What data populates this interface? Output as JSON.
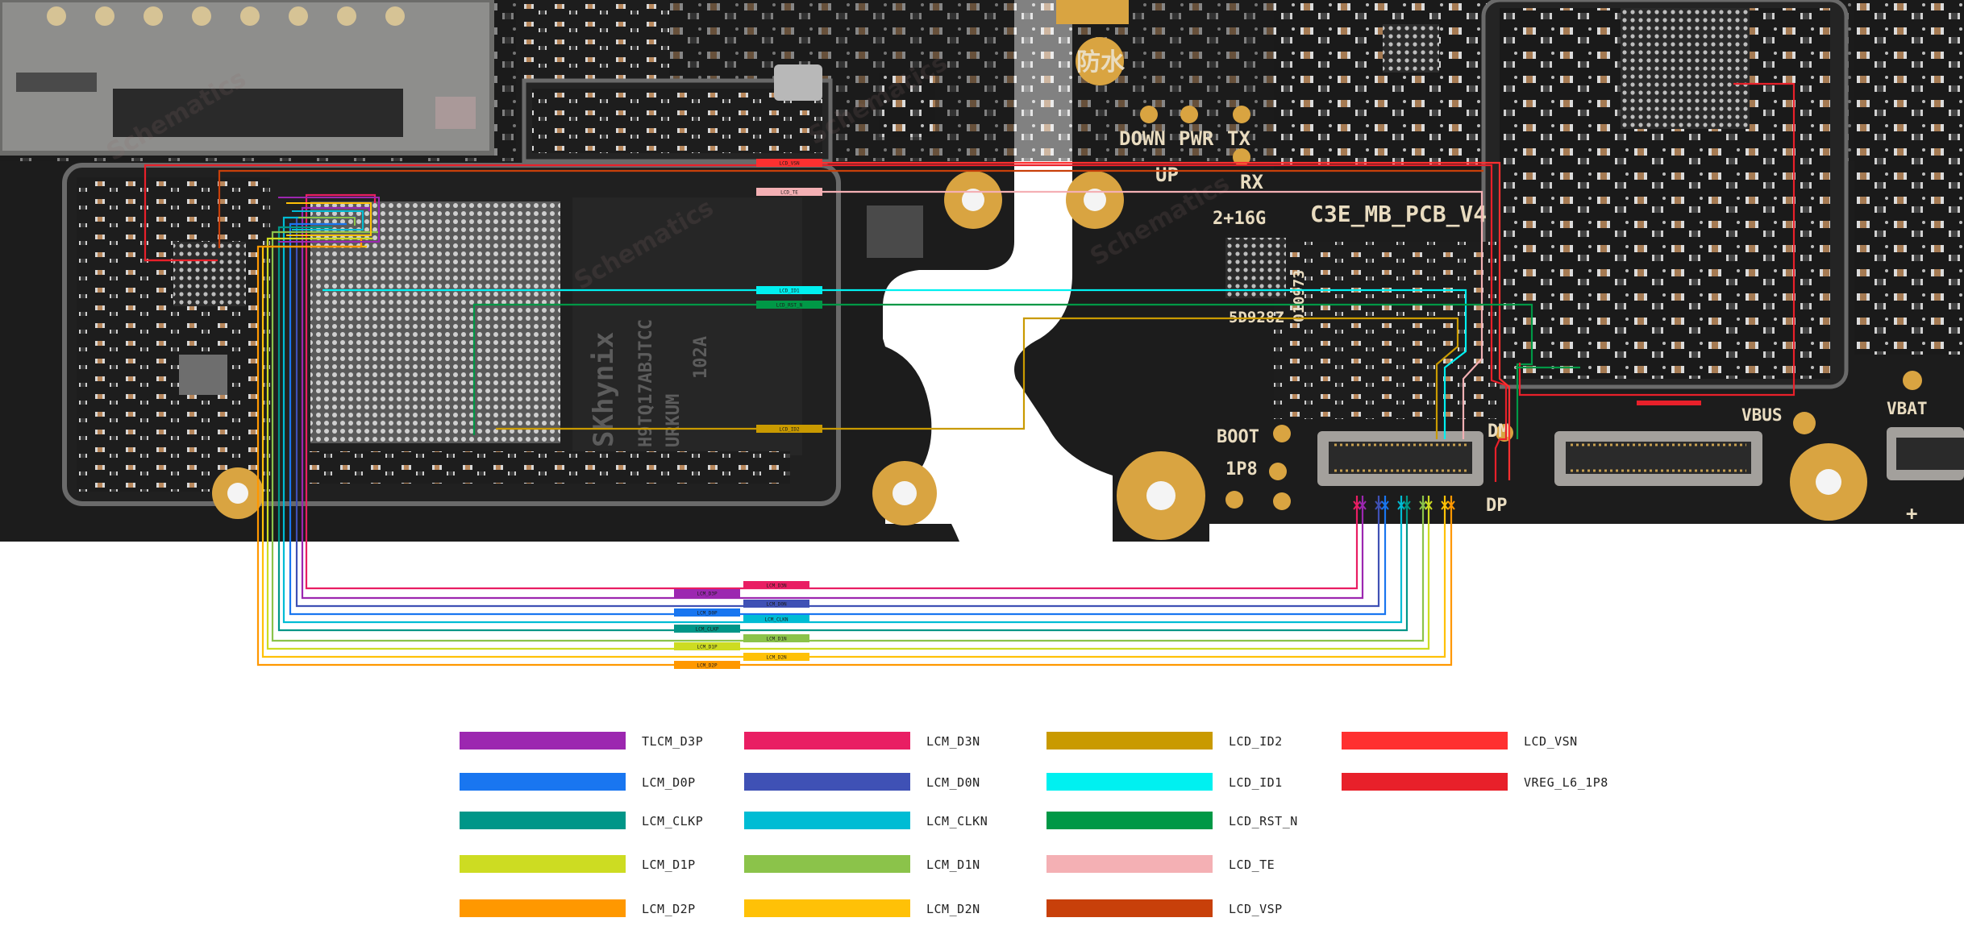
{
  "board": {
    "silkscreen": {
      "board_name": "C3E_MB_PCB_V4",
      "memory": "2+16G",
      "waterproof": "防水",
      "down": "DOWN",
      "pwr": "PWR",
      "tx": "TX",
      "up": "UP",
      "rx": "RX",
      "boot": "BOOT",
      "p1p8": "1P8",
      "dm": "DM",
      "dp": "DP",
      "vbus": "VBUS",
      "vbat": "VBAT",
      "chip_code": "5D928Z",
      "serial": "010973",
      "plus": "+"
    },
    "ic_markings": [
      "SKhynix",
      "H9TQ17ABJTCC",
      "URKUM",
      "102A"
    ],
    "watermark": "Schematics"
  },
  "trace_labels": [
    "LCM_D3N",
    "LCM_D3P",
    "LCM_D0P",
    "LCM_D0N",
    "LCM_CLKN",
    "LCM_CLKP",
    "LCM_D1N",
    "LCM_D1P",
    "LCM_D2N",
    "LCM_D2P",
    "LCD_ID1",
    "LCD_RST_N",
    "LCD_ID2",
    "LCD_VSN",
    "LCD_TE"
  ],
  "legend": {
    "items": [
      {
        "label": "TLCM_D3P",
        "color": "#9c27b0"
      },
      {
        "label": "LCM_D0P",
        "color": "#1976f0"
      },
      {
        "label": "LCM_CLKP",
        "color": "#009688"
      },
      {
        "label": "LCM_D1P",
        "color": "#cddc22"
      },
      {
        "label": "LCM_D2P",
        "color": "#ff9800"
      },
      {
        "label": "LCM_D3N",
        "color": "#e91e63"
      },
      {
        "label": "LCM_D0N",
        "color": "#3f51b5"
      },
      {
        "label": "LCM_CLKN",
        "color": "#00bcd4"
      },
      {
        "label": "LCM_D1N",
        "color": "#8bc34a"
      },
      {
        "label": "LCM_D2N",
        "color": "#ffc107"
      },
      {
        "label": "LCD_ID2",
        "color": "#c99a00"
      },
      {
        "label": "LCD_ID1",
        "color": "#00f0f0"
      },
      {
        "label": "LCD_RST_N",
        "color": "#009846"
      },
      {
        "label": "LCD_TE",
        "color": "#f4b0b4"
      },
      {
        "label": "LCD_VSP",
        "color": "#c8400a"
      },
      {
        "label": "LCD_VSN",
        "color": "#ff3030"
      },
      {
        "label": "VREG_L6_1P8",
        "color": "#e8202a"
      }
    ]
  },
  "colors": {
    "pcb": "#1b1b1b",
    "shield": "#8a8a88",
    "gold": "#d9a441",
    "background": "#ffffff"
  }
}
